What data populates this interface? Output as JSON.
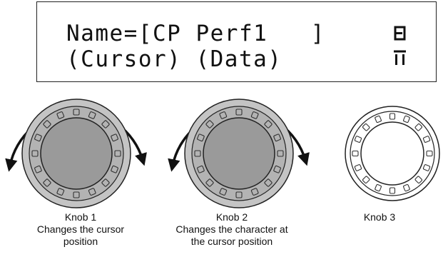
{
  "display": {
    "line1": "Name=[CP Perf1   ]",
    "line2": "(Cursor) (Data)",
    "indicators": [
      "E-icon",
      "upper-knob-row-icon"
    ]
  },
  "knobs": [
    {
      "title": "Knob 1",
      "description_line1": "Changes the cursor",
      "description_line2": "position",
      "state": "active",
      "rotation_arrow": true
    },
    {
      "title": "Knob 2",
      "description_line1": "Changes the character at",
      "description_line2": "the cursor position",
      "state": "active",
      "rotation_arrow": true
    },
    {
      "title": "Knob 3",
      "description_line1": "",
      "description_line2": "",
      "state": "inactive",
      "rotation_arrow": false
    }
  ],
  "colors": {
    "knob_active_fill": "#9a9a9a",
    "knob_active_outer": "#c4c4c4",
    "knob_inactive_fill": "#ffffff",
    "outline": "#222222"
  }
}
